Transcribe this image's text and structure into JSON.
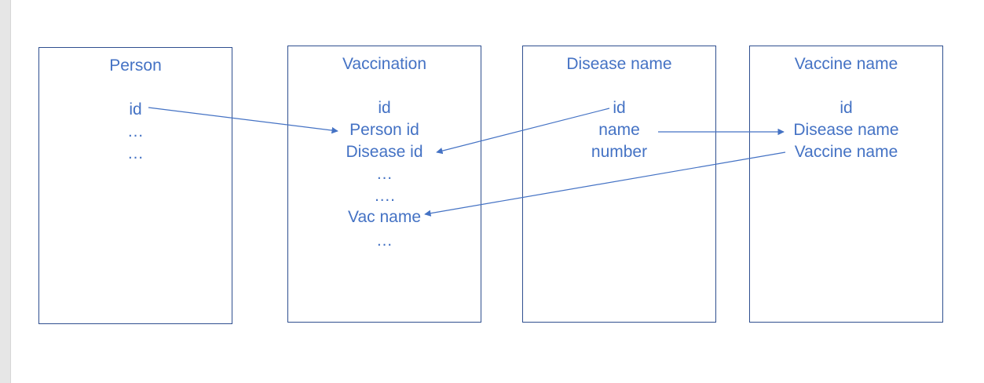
{
  "diagram": {
    "accent_color": "#4472c4",
    "border_color": "#2f4f8f",
    "entities": [
      {
        "title": "Person",
        "fields": [
          "id",
          "…",
          "…"
        ]
      },
      {
        "title": "Vaccination",
        "fields": [
          "id",
          "Person id",
          "Disease id",
          "…",
          "….",
          "Vac name",
          "…"
        ]
      },
      {
        "title": "Disease name",
        "fields": [
          "id",
          "name",
          "number"
        ]
      },
      {
        "title": "Vaccine name",
        "fields": [
          "id",
          "Disease name",
          "Vaccine name"
        ]
      }
    ]
  }
}
